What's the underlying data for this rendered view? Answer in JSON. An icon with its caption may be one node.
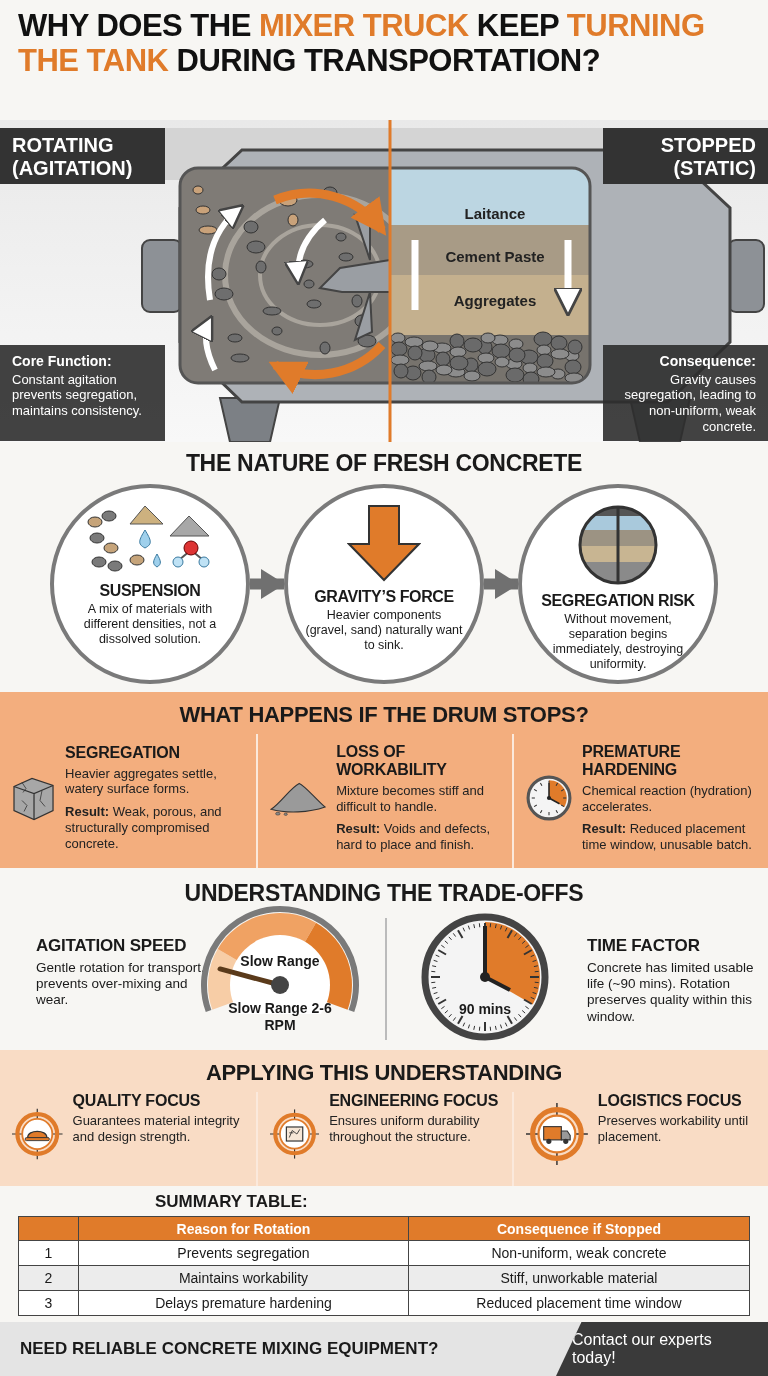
{
  "diagram": {
    "title": "WHY DOES THE **MIXER TRUCK** KEEP **TURNING THE TANK** DURING TRANSPORTATION?",
    "nodes": [
      {
        "text": [
          "ROTATING (AGITATION)"
        ]
      },
      {
        "text": [
          "STOPPED (STATIC)"
        ]
      },
      {
        "text": [
          "Core Function:",
          "Constant agitation prevents segregation, maintains consistency."
        ]
      },
      {
        "text": [
          "Consequence:",
          "Gravity causes segregation, leading to non-uniform, weak concrete."
        ]
      },
      {
        "text": [
          "SUSPENSION",
          "A mix of materials with different densities, not a dissolved solution."
        ]
      },
      {
        "text": [
          "GRAVITY’S FORCE",
          "Heavier components (gravel, sand) naturally want to sink."
        ]
      },
      {
        "text": [
          "SEGREGATION RISK",
          "Without movement, separation begins immediately, destroying uniformity."
        ]
      },
      {
        "text": [
          "WHAT HAPPENS IF THE DRUM STOPS?",
          "SEGREGATION",
          "Heavier aggregates settle, watery surface forms.",
          "**Result:** Weak, porous, and structurally compromised concrete.",
          "LOSS OF WORKABILITY",
          "Mixture becomes stiff and difficult to handle.",
          "**Result:** Voids and defects, hard to place and finish.",
          "PREMATURE HARDENING",
          "Chemical reaction (hydration) accelerates.",
          "**Result:** Reduced placement time window, unusable batch."
        ]
      },
      {
        "text": [
          "APPLYING THIS UNDERSTANDING",
          "QUALITY FOCUS",
          "Guarantees material integrity and design strength.",
          "ENGINEERING FOCUS",
          "Ensures uniform durability throughout the structure.",
          "LOGISTICS FOCUS",
          "Preserves workability until placement."
        ]
      },
      {
        "text": [
          "NEED RELIABLE CONCRETE MIXING EQUIPMENT?"
        ]
      },
      {
        "text": [
          "Contact our experts today!"
        ]
      }
    ],
    "edges": [
      {
        "from": 4,
        "to": 5,
        "arrow": "to"
      },
      {
        "from": 5,
        "to": 6,
        "arrow": "to"
      }
    ],
    "labels": [
      "Laitance",
      "Cement Paste",
      "Aggregates",
      "THE NATURE OF FRESH CONCRETE",
      "UNDERSTANDING THE TRADE-OFFS",
      "AGITATION SPEED",
      "Gentle rotation for transport, prevents over-mixing and wear.",
      "Slow Range",
      "Slow Range 2-6 RPM",
      "90 mins",
      "TIME FACTOR",
      "Concrete has limited usable life (~90 mins). Rotation preserves quality within this window.",
      "SUMMARY TABLE:",
      "Reason for Rotation",
      "Consequence if Stopped",
      "1",
      "Prevents segregation",
      "Non-uniform, weak concrete",
      "2",
      "Maintains workability",
      "Stiff, unworkable material",
      "3",
      "Delays premature hardening",
      "Reduced placement time window"
    ]
  }
}
